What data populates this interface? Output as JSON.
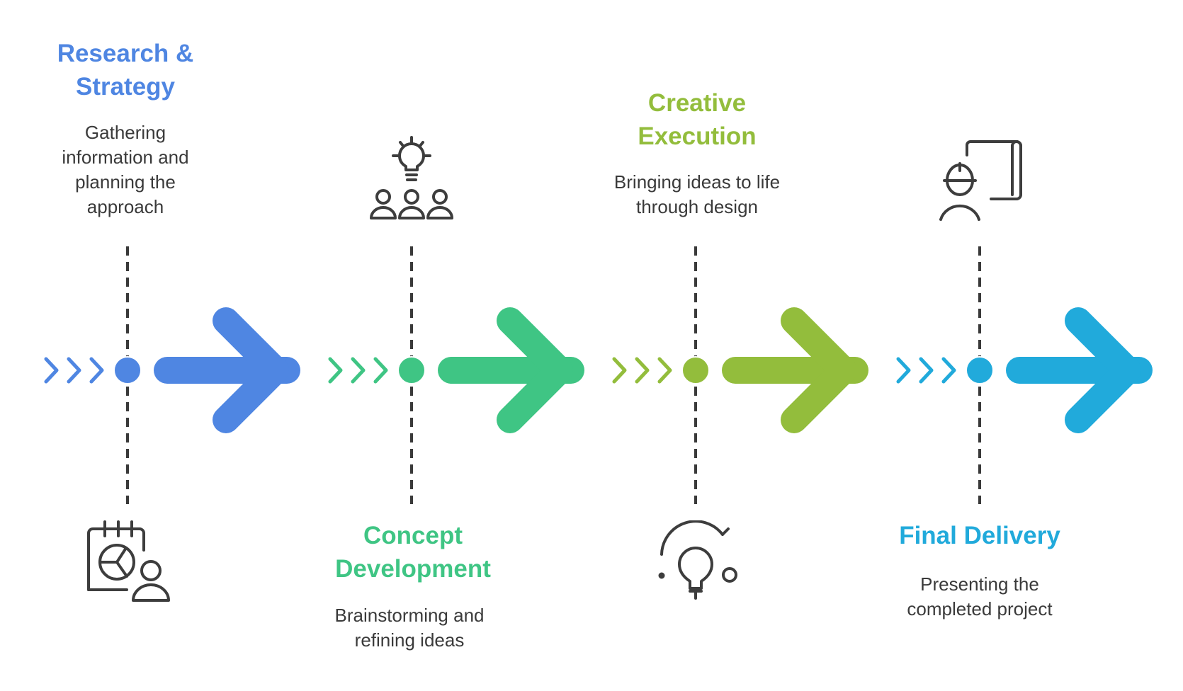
{
  "diagram": {
    "type": "horizontal-timeline",
    "connector_color": "#3a3a3a",
    "icon_color": "#3d3d3d"
  },
  "steps": [
    {
      "title": "Research & Strategy",
      "title_lines": [
        "Research &",
        "Strategy"
      ],
      "description": "Gathering information and planning the approach",
      "description_lines": [
        "Gathering",
        "information and",
        "planning the",
        "approach"
      ],
      "color": "#4F86E2",
      "icon": "calendar-chart-person-icon",
      "label_position": "top"
    },
    {
      "title": "Concept Development",
      "title_lines": [
        "Concept",
        "Development"
      ],
      "description": "Brainstorming and refining ideas",
      "description_lines": [
        "Brainstorming and",
        "refining ideas"
      ],
      "color": "#3FC584",
      "icon": "lightbulb-team-icon",
      "label_position": "bottom"
    },
    {
      "title": "Creative Execution",
      "title_lines": [
        "Creative",
        "Execution"
      ],
      "description": "Bringing ideas to life through design",
      "description_lines": [
        "Bringing ideas to life",
        "through design"
      ],
      "color": "#93BD3C",
      "icon": "lightbulb-orbit-icon",
      "label_position": "top"
    },
    {
      "title": "Final Delivery",
      "title_lines": [
        "Final Delivery"
      ],
      "description": "Presenting the completed project",
      "description_lines": [
        "Presenting the",
        "completed project"
      ],
      "color": "#21AADB",
      "icon": "engineer-blueprint-icon",
      "label_position": "bottom"
    }
  ]
}
